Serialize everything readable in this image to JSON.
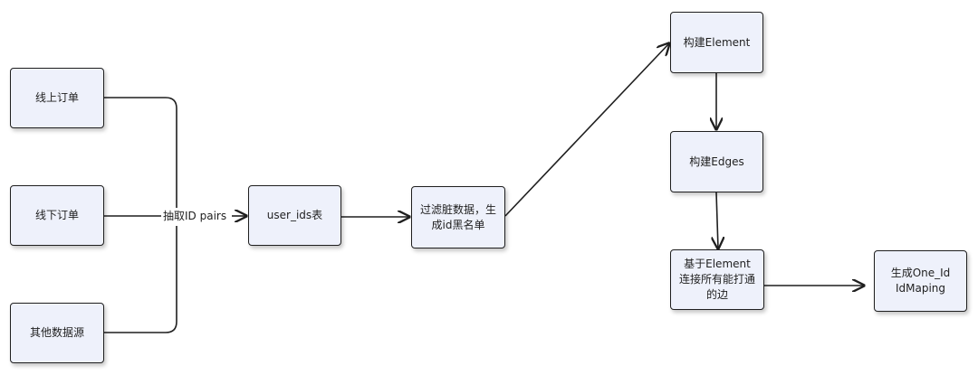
{
  "nodes": {
    "online_order": "线上订单",
    "offline_order": "线下订单",
    "other_sources": "其他数据源",
    "user_ids": "user_ids表",
    "filter_dirty": "过滤脏数据，生\n成id黑名单",
    "build_element": "构建Element",
    "build_edges": "构建Edges",
    "connect_edges": "基于Element\n连接所有能打通\n的边",
    "gen_one_id": "生成One_Id\nIdMaping"
  },
  "edge_labels": {
    "extract_id_pairs": "抽取ID pairs"
  }
}
